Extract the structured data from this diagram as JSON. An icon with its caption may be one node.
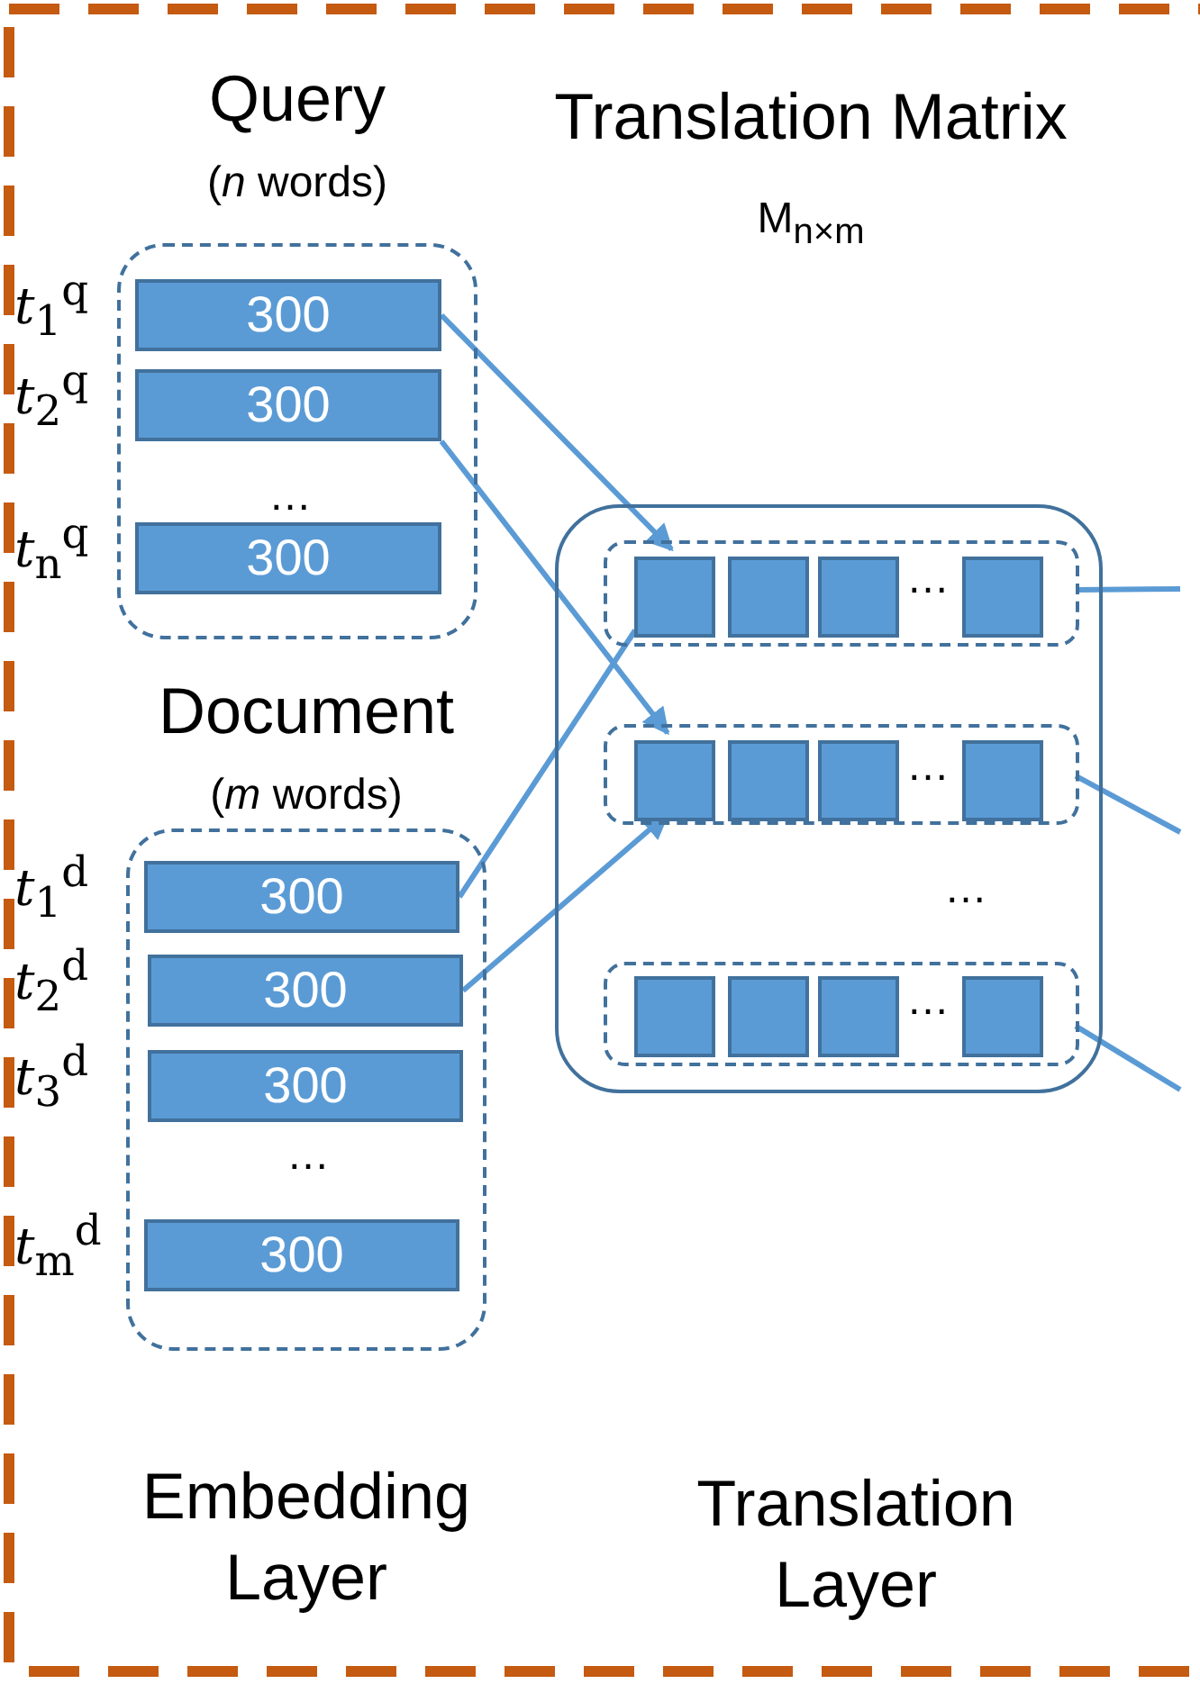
{
  "diagram": {
    "nodes": [
      {
        "text": [
          "Query",
          "(*n* words)"
        ]
      },
      {
        "text": [
          "300"
        ],
        "in": 0,
        "beside": [
          "*t*$_{1}$$^{q}$"
        ]
      },
      {
        "text": [
          "300"
        ],
        "in": 0,
        "beside": [
          "*t*$_{2}$$^{q}$"
        ]
      },
      {
        "text": [
          "300"
        ],
        "in": 0,
        "beside": [
          "*t*$_{n}$$^{q}$"
        ]
      },
      {
        "text": [
          "Document",
          "(*m* words)"
        ]
      },
      {
        "text": [
          "300"
        ],
        "in": 4,
        "beside": [
          "*t*$_{1}$$^{d}$"
        ]
      },
      {
        "text": [
          "300"
        ],
        "in": 4,
        "beside": [
          "*t*$_{2}$$^{d}$"
        ]
      },
      {
        "text": [
          "300"
        ],
        "in": 4,
        "beside": [
          "*t*$_{3}$$^{d}$"
        ]
      },
      {
        "text": [
          "300"
        ],
        "in": 4,
        "beside": [
          "*t*$_{m}$$^{d}$"
        ]
      },
      {
        "text": [],
        "shape": "box"
      },
      {
        "text": [],
        "shape": "box",
        "in": 9
      },
      {
        "text": [],
        "shape": "box",
        "in": 10
      },
      {
        "text": [],
        "shape": "box",
        "in": 10
      },
      {
        "text": [],
        "shape": "box",
        "in": 10
      },
      {
        "text": [],
        "shape": "box",
        "in": 10
      },
      {
        "text": [],
        "shape": "box",
        "in": 9
      },
      {
        "text": [],
        "shape": "box",
        "in": 15
      },
      {
        "text": [],
        "shape": "box",
        "in": 15
      },
      {
        "text": [],
        "shape": "box",
        "in": 15
      },
      {
        "text": [],
        "shape": "box",
        "in": 15
      },
      {
        "text": [],
        "shape": "box",
        "in": 9
      },
      {
        "text": [],
        "shape": "box",
        "in": 20
      },
      {
        "text": [],
        "shape": "box",
        "in": 20
      },
      {
        "text": [],
        "shape": "box",
        "in": 20
      },
      {
        "text": [],
        "shape": "box",
        "in": 20
      }
    ],
    "edges": [
      {
        "from": 1,
        "to": 11,
        "arrow": "to"
      },
      {
        "from": 2,
        "to": 16,
        "arrow": "to"
      },
      {
        "from": 5,
        "to": 11,
        "arrow": "none"
      },
      {
        "from": 6,
        "to": 16,
        "arrow": "to"
      },
      {
        "from": 10,
        "to": null,
        "arrow": "none"
      },
      {
        "from": 15,
        "to": null,
        "arrow": "none"
      },
      {
        "from": 20,
        "to": null,
        "arrow": "none"
      }
    ],
    "labels": [
      "Translation Matrix",
      "M$_{n×m}$",
      "…",
      "…",
      "…",
      "…",
      "…",
      "…",
      "Embedding Layer",
      "Translation Layer"
    ]
  }
}
